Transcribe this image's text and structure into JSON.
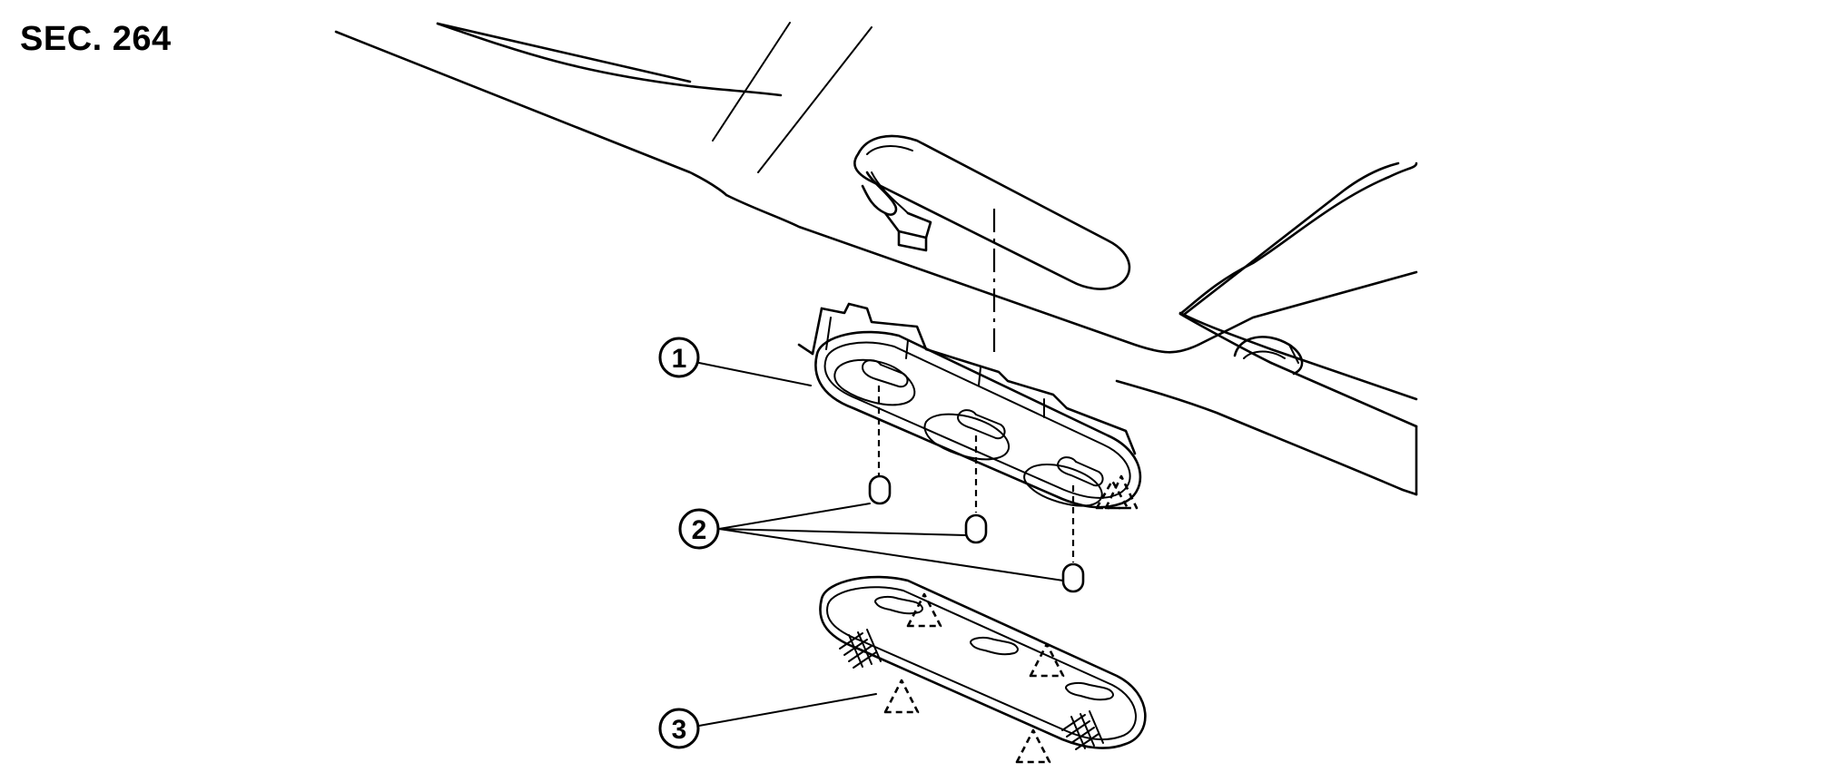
{
  "section": "SEC. 264",
  "callouts": [
    "1",
    "2",
    "3"
  ]
}
